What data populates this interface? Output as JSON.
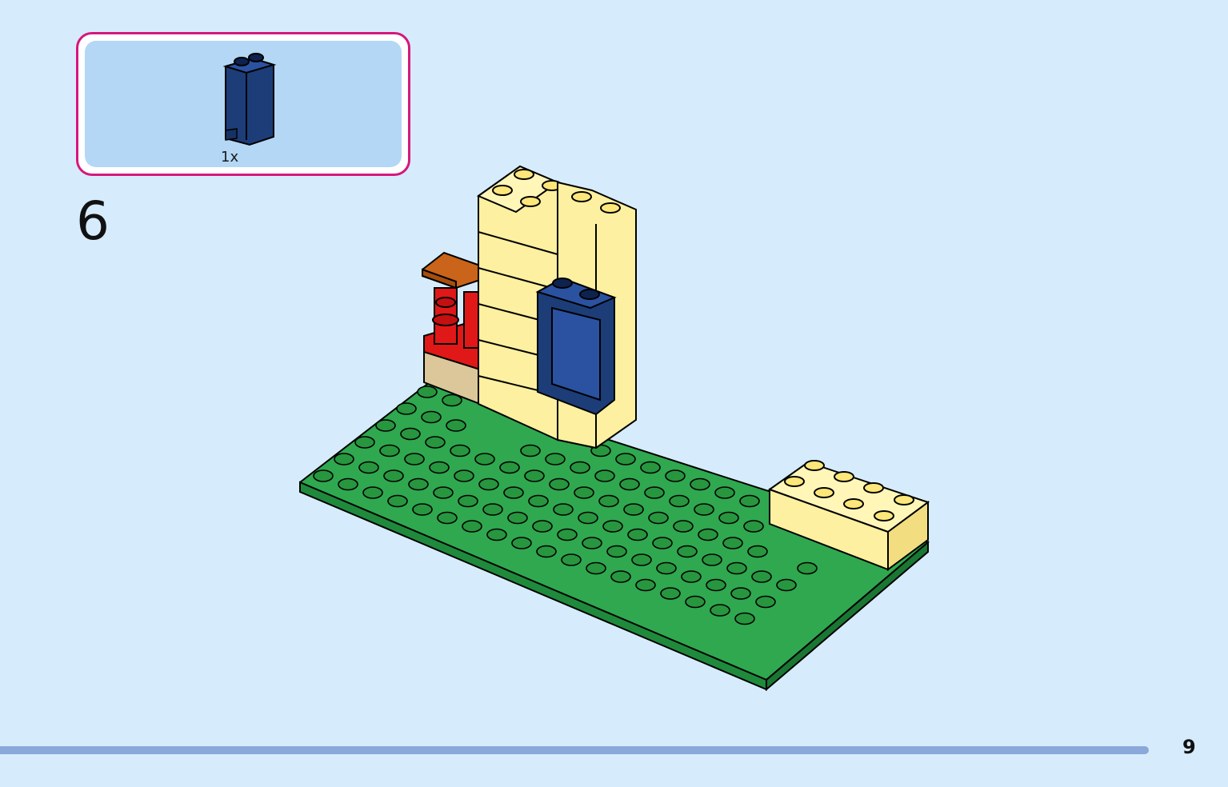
{
  "parts_list": {
    "items": [
      {
        "icon": "blue-panel-brick-icon",
        "quantity": "1x",
        "color": "#1c3d78"
      }
    ]
  },
  "step": {
    "number": "6"
  },
  "page": {
    "number": "9"
  },
  "colors": {
    "background": "#d6ecfc",
    "callout_border": "#d6187c",
    "callout_fill": "#b3d7f5",
    "baseplate": "#2fa84f",
    "yellow_brick": "#fdf0a0",
    "blue_panel": "#1c3d78",
    "red_parts": "#e01818",
    "orange_tile": "#c9641a",
    "tan_brick": "#dcc79a",
    "progress_bar": "#8aa8da"
  }
}
